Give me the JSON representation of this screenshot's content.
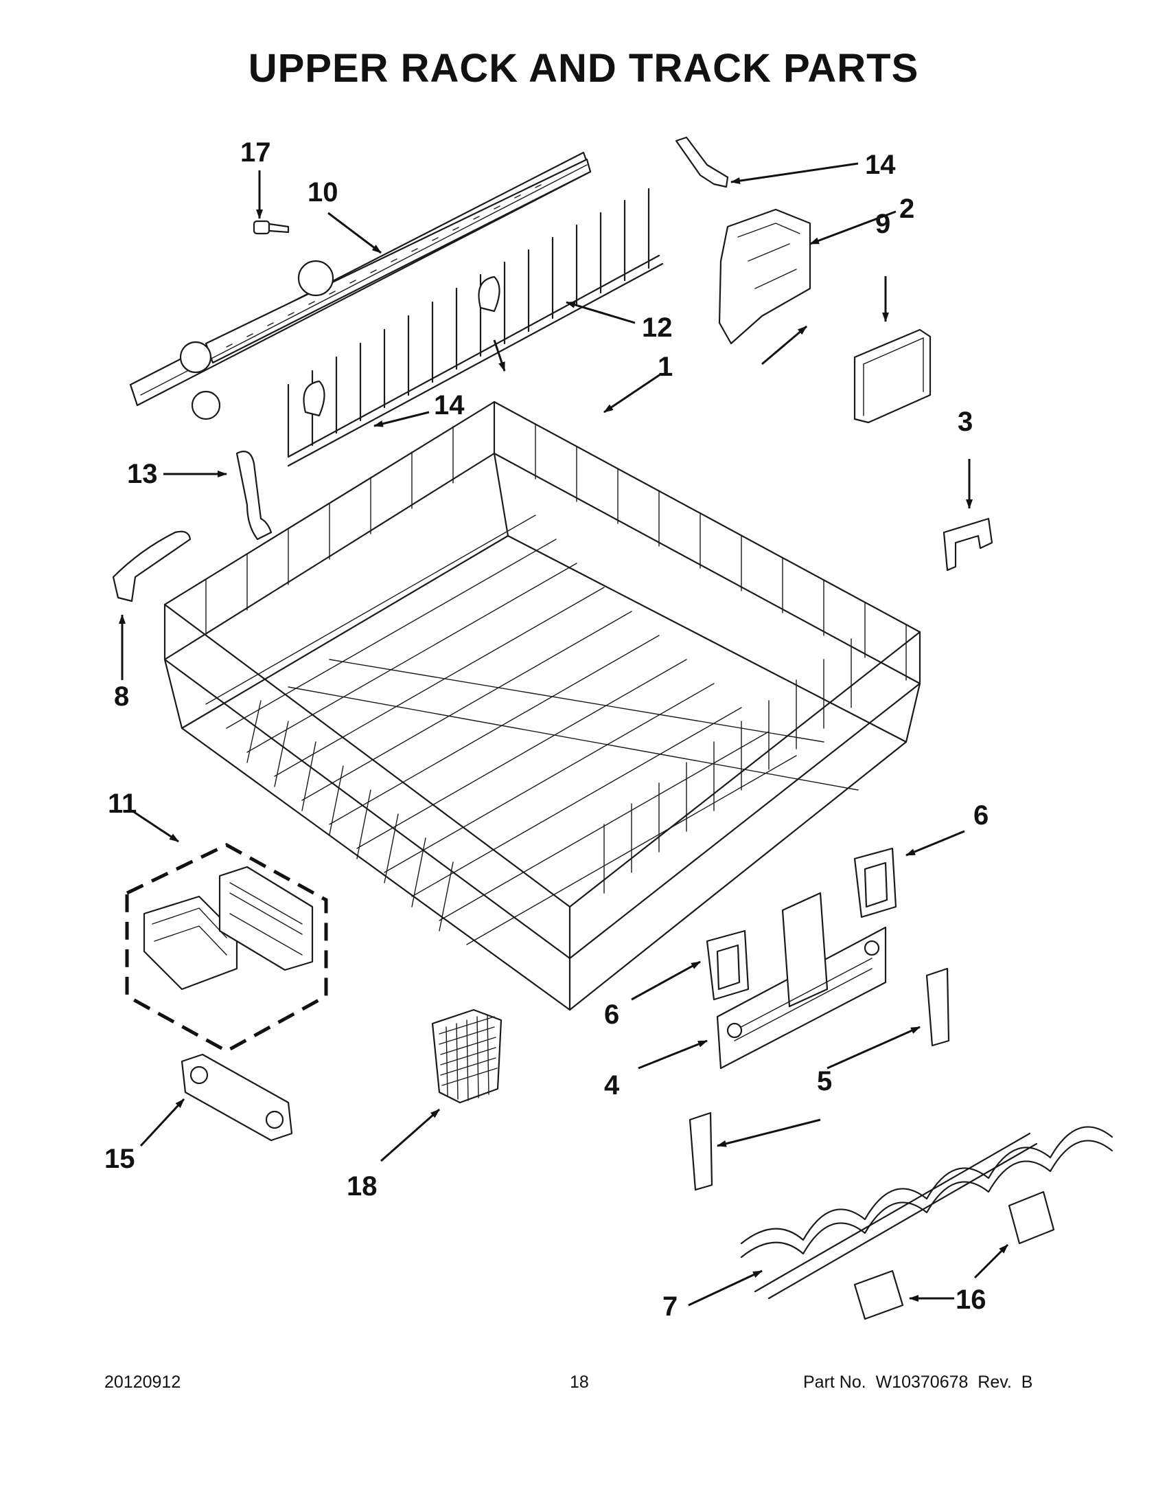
{
  "title": "UPPER RACK AND TRACK PARTS",
  "callouts": {
    "c1": "1",
    "c2": "2",
    "c3": "3",
    "c4": "4",
    "c5": "5",
    "c6a": "6",
    "c6b": "6",
    "c7": "7",
    "c8": "8",
    "c9": "9",
    "c10": "10",
    "c11": "11",
    "c12": "12",
    "c13": "13",
    "c14a": "14",
    "c14b": "14",
    "c15": "15",
    "c16": "16",
    "c17": "17",
    "c18": "18"
  },
  "footer": {
    "date": "20120912",
    "page": "18",
    "part_no": "Part No.  W10370678  Rev.  B"
  }
}
